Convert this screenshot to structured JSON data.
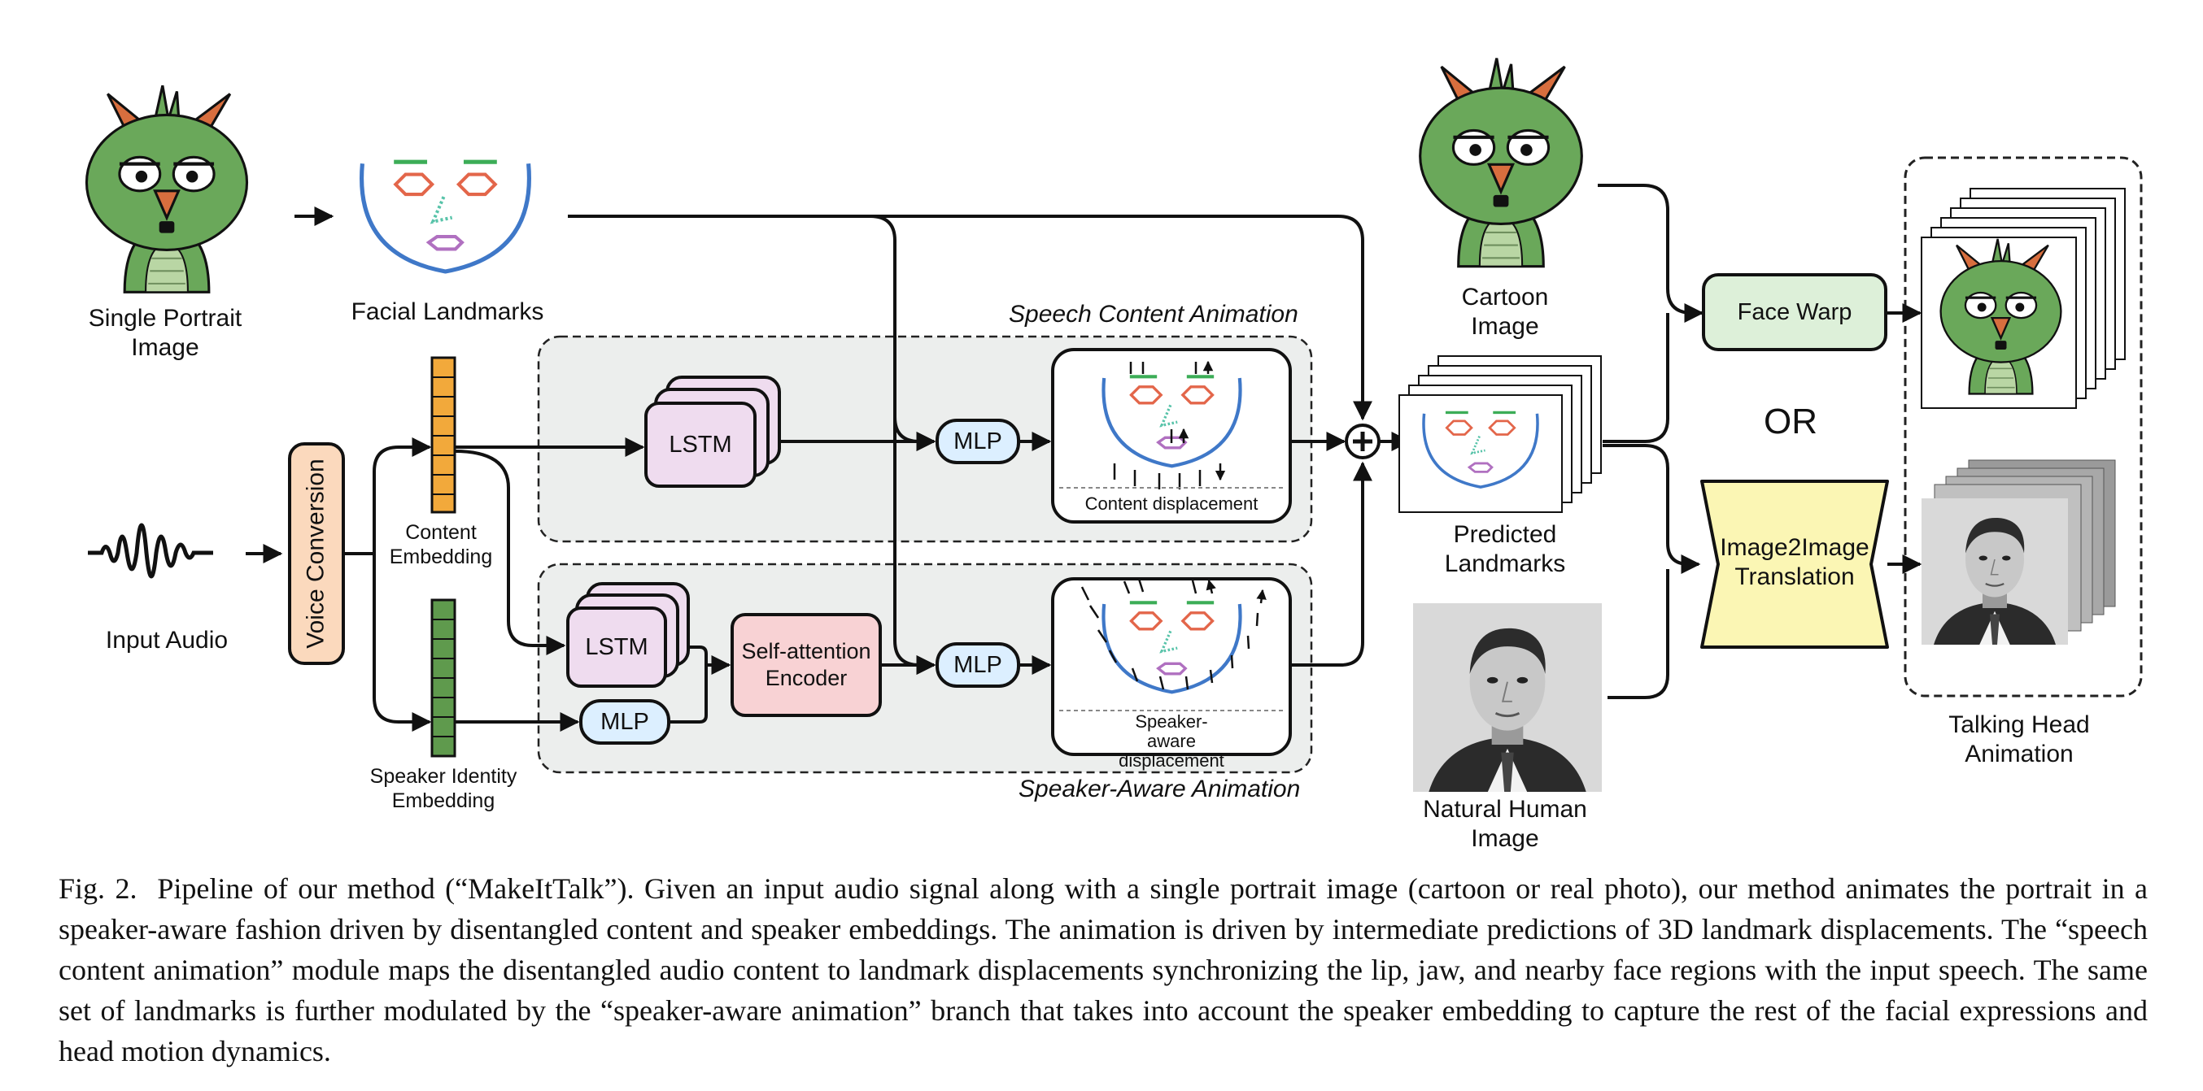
{
  "labels": {
    "single_portrait": "Single Portrait Image",
    "facial_landmarks": "Facial Landmarks",
    "input_audio": "Input Audio",
    "voice_conversion": "Voice Conversion",
    "content_embedding": "Content Embedding",
    "speaker_identity_embedding": "Speaker Identity Embedding",
    "speech_content_animation": "Speech Content Animation",
    "speaker_aware_animation": "Speaker-Aware Animation",
    "lstm_top": "LSTM",
    "lstm_bottom": "LSTM",
    "mlp_top": "MLP",
    "mlp_bottom": "MLP",
    "mlp_speaker": "MLP",
    "self_attention_encoder": "Self-attention Encoder",
    "content_displacement": "Content displacement",
    "speaker_aware_displacement": "Speaker-aware displacement",
    "cartoon_image": "Cartoon Image",
    "predicted_landmarks": "Predicted Landmarks",
    "natural_human_image": "Natural Human Image",
    "face_warp": "Face Warp",
    "or": "OR",
    "image2image": "Image2Image Translation",
    "talking_head": "Talking Head Animation"
  },
  "caption": {
    "prefix": "Fig. 2.",
    "text": "Pipeline of our method (“MakeItTalk”). Given an input audio signal along with a single portrait image (cartoon or real photo), our method animates the portrait in a speaker-aware fashion driven by disentangled content and speaker embeddings. The animation is driven by intermediate predictions of 3D landmark displacements. The “speech content animation” module maps the disentangled audio content to landmark displacements synchronizing the lip, jaw, and nearby face regions with the input speech. The same set of landmarks is further modulated by the “speaker-aware animation” branch that takes into account the speaker embedding to capture the rest of the facial expressions and head motion dynamics."
  },
  "colors": {
    "content_embedding": "#f2a93b",
    "speaker_embedding": "#5f9a4d",
    "panel_bg": "#eceeed",
    "mlp": "#dcefff",
    "lstm": "#efdcef",
    "encoder": "#f8d2d4",
    "face_warp": "#ddf0d9",
    "translation": "#fbf6b4",
    "voice_conversion": "#fbd9bd",
    "cartoon_skin": "#6aa85a",
    "landmark_eye": "#e3664a",
    "landmark_brow": "#3cad57",
    "landmark_jaw": "#3f78c8",
    "landmark_nose": "#57c3a9",
    "landmark_mouth": "#b070c0"
  },
  "icons": [
    "cartoon-character-icon",
    "facial-landmarks-icon",
    "audio-waveform-icon",
    "portrait-photo-icon",
    "plus-circle-icon"
  ]
}
